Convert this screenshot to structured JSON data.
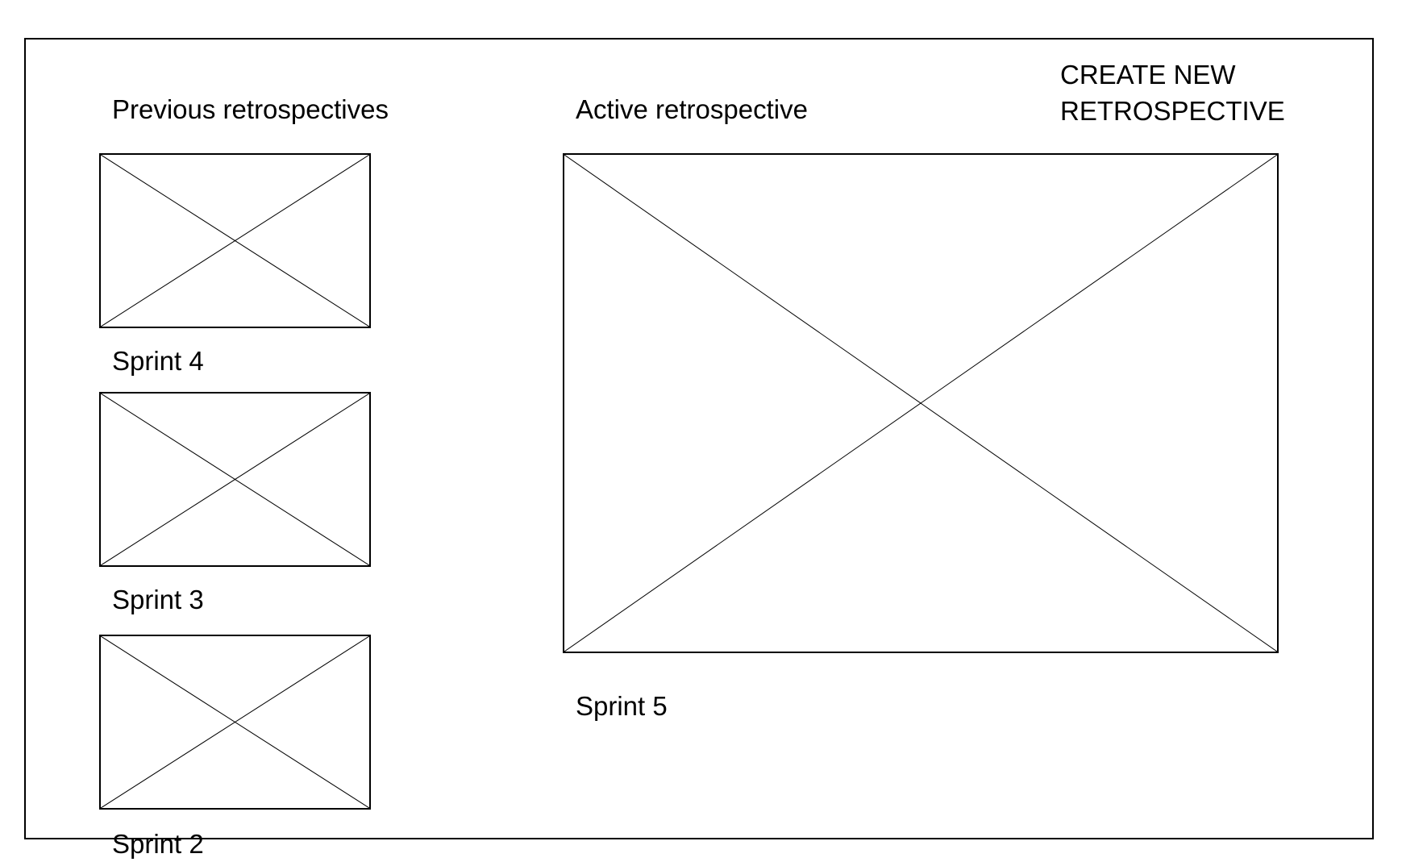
{
  "previous": {
    "heading": "Previous retrospectives",
    "items": [
      {
        "label": "Sprint 4"
      },
      {
        "label": "Sprint 3"
      },
      {
        "label": "Sprint 2"
      }
    ]
  },
  "active": {
    "heading": "Active retrospective",
    "label": "Sprint 5"
  },
  "create_button": {
    "line1": "CREATE NEW",
    "line2": "RETROSPECTIVE"
  },
  "colors": {
    "stroke": "#000000",
    "background": "#ffffff"
  }
}
